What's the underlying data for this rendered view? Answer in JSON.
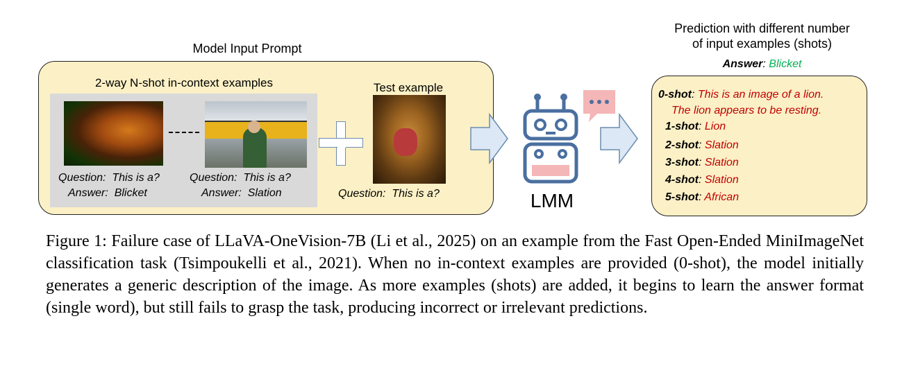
{
  "prompt": {
    "title": "Model Input Prompt",
    "examples_title": "2-way N-shot in-context examples",
    "example1": {
      "question": "Question:  This is a?",
      "answer": "Answer:  Blicket"
    },
    "example2": {
      "question": "Question:  This is a?",
      "answer": "Answer:  Slation"
    },
    "test_title": "Test example",
    "test_question": "Question:  This is a?"
  },
  "model": {
    "label": "LMM"
  },
  "predictions": {
    "title_line1": "Prediction with different number",
    "title_line2": "of input examples (shots)",
    "answer_label": "Answer",
    "answer_value": "Blicket",
    "rows": [
      {
        "shot": "0-shot",
        "text": "This is an image of a lion."
      },
      {
        "shot": "",
        "text": "The lion appears to be resting."
      },
      {
        "shot": "1-shot",
        "text": "Lion"
      },
      {
        "shot": "2-shot",
        "text": "Slation"
      },
      {
        "shot": "3-shot",
        "text": "Slation"
      },
      {
        "shot": "4-shot",
        "text": "Slation"
      },
      {
        "shot": "5-shot",
        "text": "African"
      }
    ]
  },
  "caption": "Figure 1: Failure case of LLaVA-OneVision-7B (Li et al., 2025) on an example from the Fast Open-Ended MiniImageNet classification task (Tsimpoukelli et al., 2021). When no in-context examples are provided (0-shot), the model initially generates a generic description of the image. As more examples (shots) are added, it begins to learn the answer format (single word), but still fails to grasp the task, producing incorrect or irrelevant predictions.",
  "colors": {
    "box_fill": "#fcf0c6",
    "wrong": "#c00000",
    "correct": "#00b050",
    "arrow": "#dce8f6",
    "robot": "#4a6fa0"
  }
}
